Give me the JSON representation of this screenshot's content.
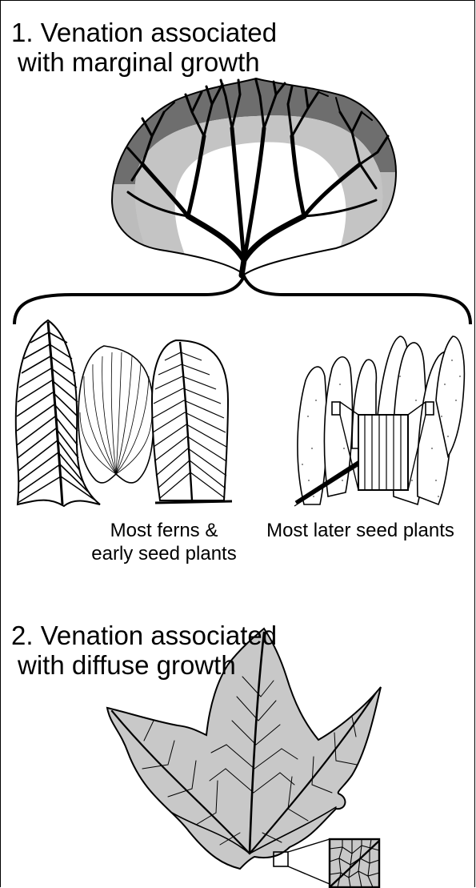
{
  "diagram": {
    "section1": {
      "title_line1": "1. Venation associated",
      "title_line2": "with marginal growth"
    },
    "captions": {
      "left_line1": "Most ferns &",
      "left_line2": "early seed plants",
      "right": "Most later seed plants"
    },
    "section2": {
      "title_line1": "2. Venation associated",
      "title_line2": "with diffuse growth"
    },
    "colors": {
      "dark_band": "#6e6e6e",
      "light_band": "#c4c4c4",
      "leaf_fill": "#c8c8c8",
      "ink": "#000000"
    }
  }
}
